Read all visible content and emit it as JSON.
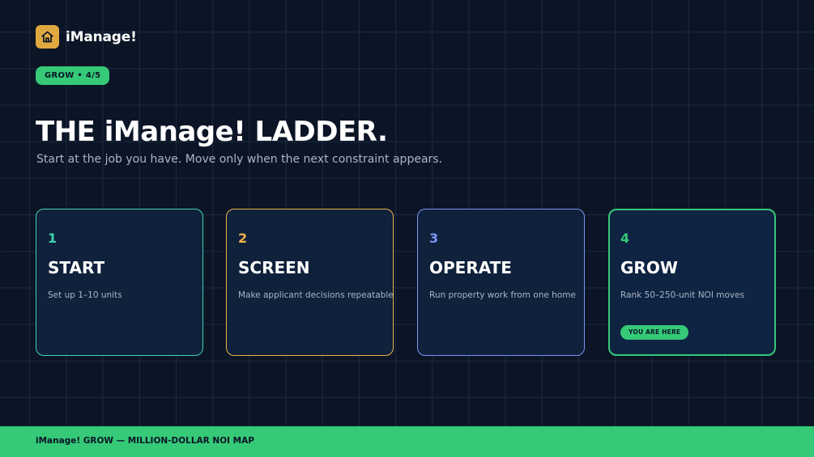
{
  "brand": {
    "name": "iManage!",
    "icon": "home-icon",
    "accent": "#e0a93f"
  },
  "badge": "GROW • 4/5",
  "title": "THE iManage! LADDER.",
  "subtitle": "Start at the job you have. Move only when the next constraint appears.",
  "steps": [
    {
      "number": "1",
      "title": "START",
      "description": "Set up 1–10 units",
      "color": "#3fd3b2"
    },
    {
      "number": "2",
      "title": "SCREEN",
      "description": "Make applicant decisions repeatable",
      "color": "#f0b24a"
    },
    {
      "number": "3",
      "title": "OPERATE",
      "description": "Run property work from one home",
      "color": "#7b93f2"
    },
    {
      "number": "4",
      "title": "GROW",
      "description": "Rank 50–250-unit NOI moves",
      "color": "#35c978",
      "current": true,
      "current_label": "YOU ARE HERE"
    }
  ],
  "footer": "iManage! GROW — MILLION-DOLLAR NOI MAP",
  "colors": {
    "background": "#0b1526",
    "card": "#0f213b",
    "accent_green": "#35c978",
    "muted_text": "#aab5c6"
  }
}
